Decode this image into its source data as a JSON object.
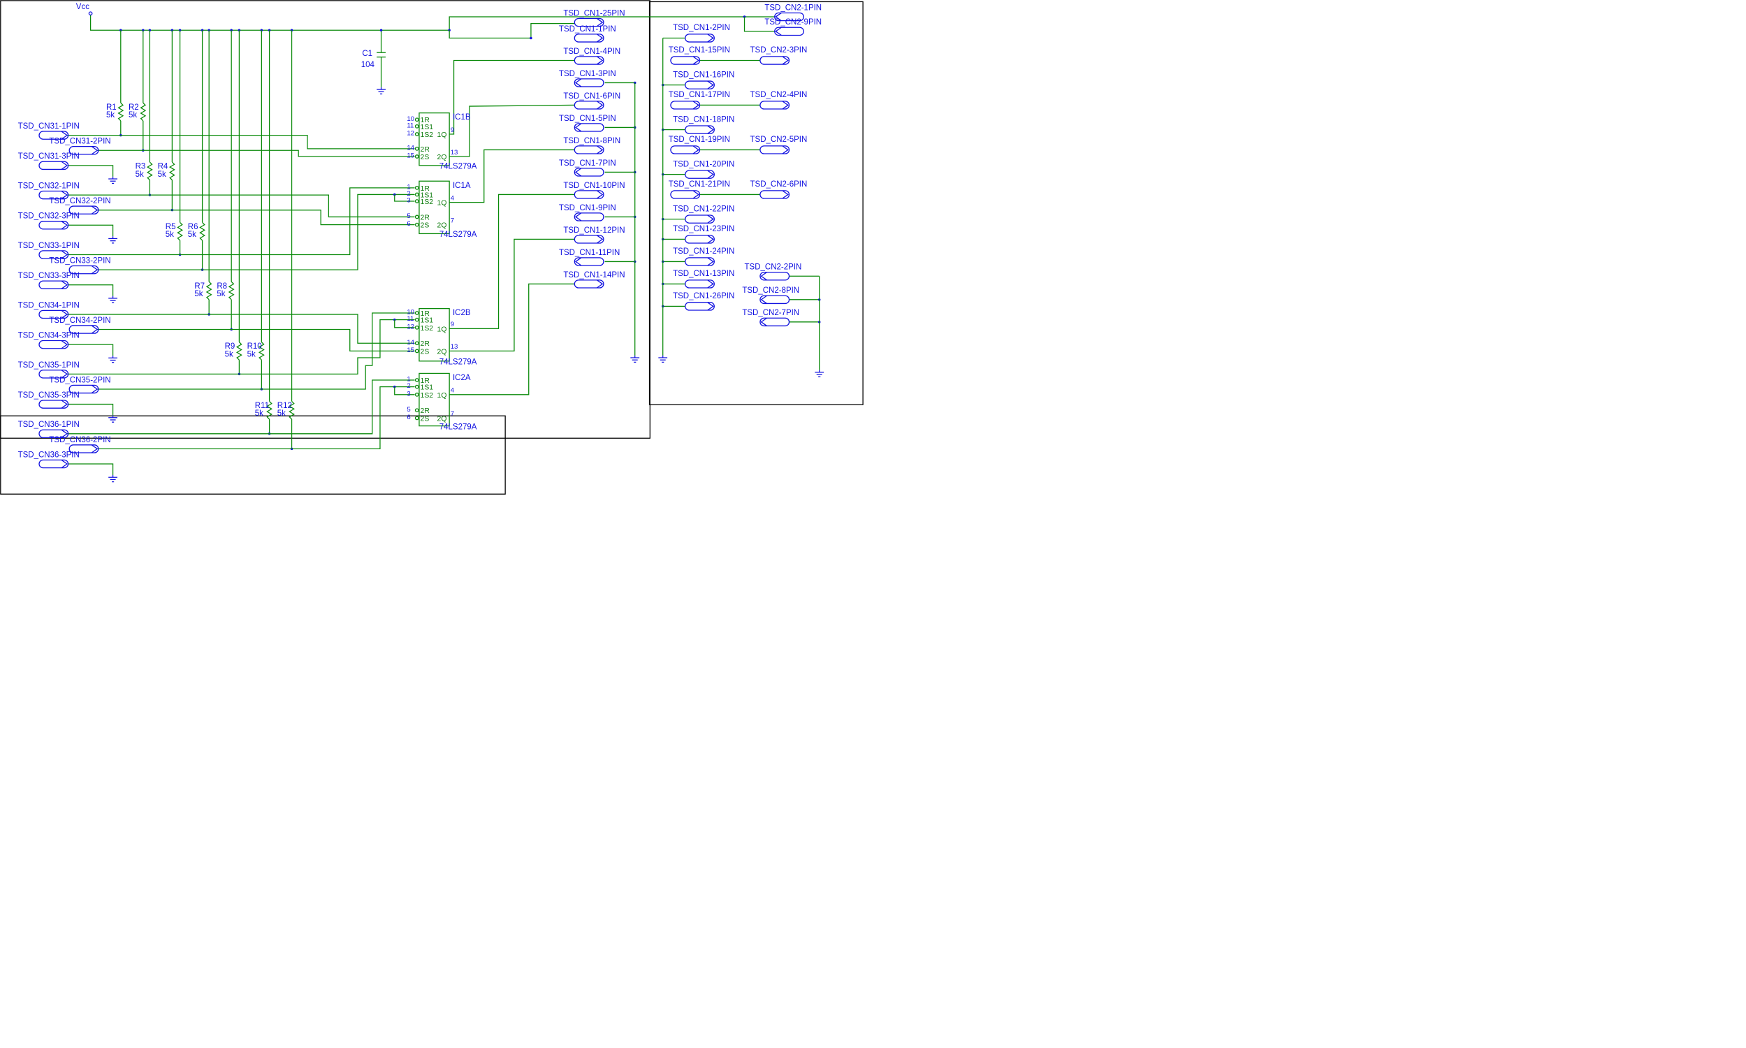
{
  "vcc_label": "Vcc",
  "capacitor": {
    "ref": "C1",
    "value": "104"
  },
  "resistors": [
    {
      "ref": "R1",
      "value": "5k"
    },
    {
      "ref": "R2",
      "value": "5k"
    },
    {
      "ref": "R3",
      "value": "5k"
    },
    {
      "ref": "R4",
      "value": "5k"
    },
    {
      "ref": "R5",
      "value": "5k"
    },
    {
      "ref": "R6",
      "value": "5k"
    },
    {
      "ref": "R7",
      "value": "5k"
    },
    {
      "ref": "R8",
      "value": "5k"
    },
    {
      "ref": "R9",
      "value": "5k"
    },
    {
      "ref": "R10",
      "value": "5k"
    },
    {
      "ref": "R11",
      "value": "5k"
    },
    {
      "ref": "R12",
      "value": "5k"
    }
  ],
  "ics": [
    {
      "ref": "IC1B",
      "part": "74LS279A",
      "pins": [
        "10",
        "11",
        "12",
        "14",
        "15"
      ],
      "pin_names": [
        "1R",
        "1S1",
        "1S2",
        "2R",
        "2S"
      ],
      "outputs": [
        {
          "pin": "9",
          "name": "1Q"
        },
        {
          "pin": "13",
          "name": "2Q"
        }
      ]
    },
    {
      "ref": "IC1A",
      "part": "74LS279A",
      "pins": [
        "1",
        "2",
        "3",
        "5",
        "6"
      ],
      "pin_names": [
        "1R",
        "1S1",
        "1S2",
        "2R",
        "2S"
      ],
      "outputs": [
        {
          "pin": "4",
          "name": "1Q"
        },
        {
          "pin": "7",
          "name": "2Q"
        }
      ]
    },
    {
      "ref": "IC2B",
      "part": "74LS279A",
      "pins": [
        "10",
        "11",
        "12",
        "14",
        "15"
      ],
      "pin_names": [
        "1R",
        "1S1",
        "1S2",
        "2R",
        "2S"
      ],
      "outputs": [
        {
          "pin": "9",
          "name": "1Q"
        },
        {
          "pin": "13",
          "name": "2Q"
        }
      ]
    },
    {
      "ref": "IC2A",
      "part": "74LS279A",
      "pins": [
        "1",
        "2",
        "3",
        "5",
        "6"
      ],
      "pin_names": [
        "1R",
        "1S1",
        "1S2",
        "2R",
        "2S"
      ],
      "outputs": [
        {
          "pin": "4",
          "name": "1Q"
        },
        {
          "pin": "7",
          "name": "2Q"
        }
      ]
    }
  ],
  "left_connectors": [
    "TSD_CN31-1PIN",
    "TSD_CN31-2PIN",
    "TSD_CN31-3PIN",
    "TSD_CN32-1PIN",
    "TSD_CN32-2PIN",
    "TSD_CN32-3PIN",
    "TSD_CN33-1PIN",
    "TSD_CN33-2PIN",
    "TSD_CN33-3PIN",
    "TSD_CN34-1PIN",
    "TSD_CN34-2PIN",
    "TSD_CN34-3PIN",
    "TSD_CN35-1PIN",
    "TSD_CN35-2PIN",
    "TSD_CN35-3PIN",
    "TSD_CN36-1PIN",
    "TSD_CN36-2PIN",
    "TSD_CN36-3PIN"
  ],
  "cn1_column": [
    "TSD_CN1-25PIN",
    "TSD_CN1-1PIN",
    "TSD_CN1-4PIN",
    "TSD_CN1-3PIN",
    "TSD_CN1-6PIN",
    "TSD_CN1-5PIN",
    "TSD_CN1-8PIN",
    "TSD_CN1-7PIN",
    "TSD_CN1-10PIN",
    "TSD_CN1-9PIN",
    "TSD_CN1-12PIN",
    "TSD_CN1-11PIN",
    "TSD_CN1-14PIN"
  ],
  "right_panel": {
    "cn2_top": [
      "TSD_CN2-1PIN",
      "TSD_CN2-9PIN"
    ],
    "cn1_list": [
      "TSD_CN1-2PIN",
      "TSD_CN1-15PIN",
      "TSD_CN1-16PIN",
      "TSD_CN1-17PIN",
      "TSD_CN1-18PIN",
      "TSD_CN1-19PIN",
      "TSD_CN1-20PIN",
      "TSD_CN1-21PIN",
      "TSD_CN1-22PIN",
      "TSD_CN1-23PIN",
      "TSD_CN1-24PIN",
      "TSD_CN1-13PIN",
      "TSD_CN1-26PIN"
    ],
    "cn2_pairs": [
      "TSD_CN2-3PIN",
      "TSD_CN2-4PIN",
      "TSD_CN2-5PIN",
      "TSD_CN2-6PIN"
    ],
    "cn2_ground": [
      "TSD_CN2-2PIN",
      "TSD_CN2-8PIN",
      "TSD_CN2-7PIN"
    ]
  },
  "colors": {
    "wire": "#0a8a0a",
    "symbol": "#1010e0",
    "frame": "#000000"
  }
}
